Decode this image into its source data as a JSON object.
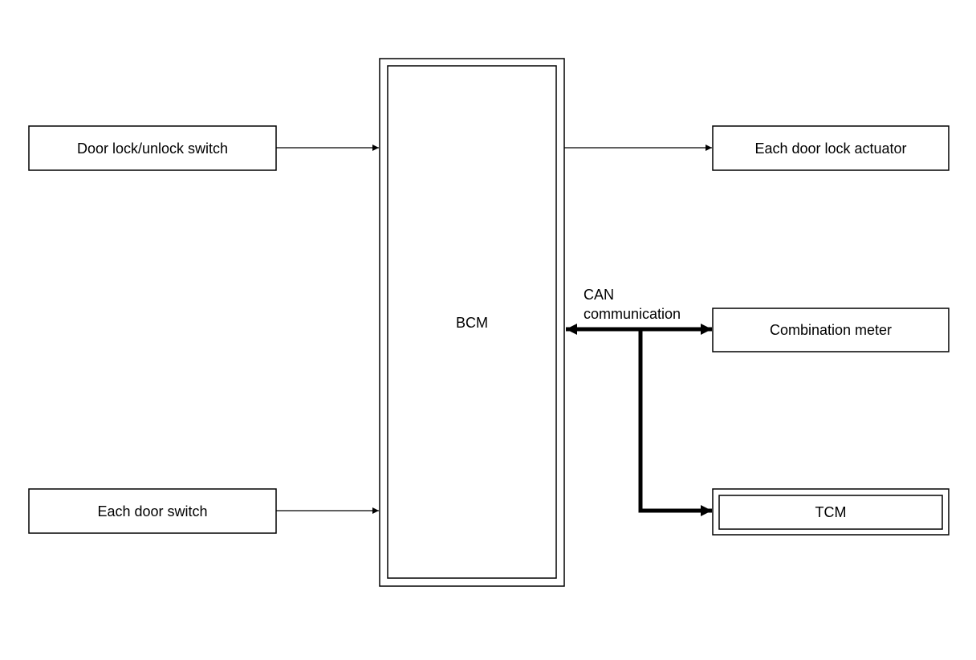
{
  "nodes": {
    "door_lock_switch": {
      "label": "Door lock/unlock switch"
    },
    "each_door_switch": {
      "label": "Each door switch"
    },
    "bcm": {
      "label": "BCM"
    },
    "door_lock_actuator": {
      "label": "Each door lock actuator"
    },
    "combination_meter": {
      "label": "Combination meter"
    },
    "tcm": {
      "label": "TCM"
    }
  },
  "bus": {
    "label_line1": "CAN",
    "label_line2": "communication"
  },
  "colors": {
    "line": "#000000",
    "background": "#ffffff"
  }
}
